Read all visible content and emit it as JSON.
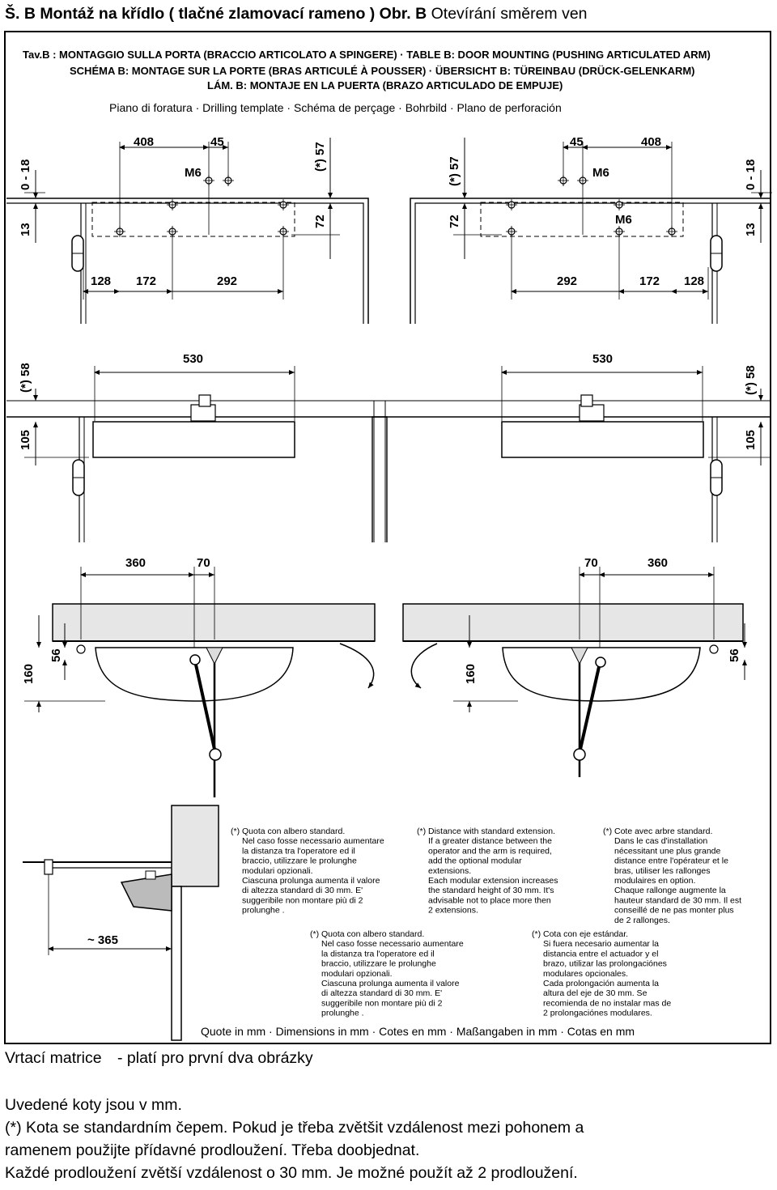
{
  "heading": {
    "bold_part": "Š. B Montáž na křídlo ( tlačné zlamovací rameno ) Obr. B",
    "normal_part": " Otevírání směrem ven"
  },
  "figure": {
    "title_lines": [
      "Tav.B : MONTAGGIO SULLA PORTA  (BRACCIO ARTICOLATO A SPINGERE) · TABLE B: DOOR MOUNTING (PUSHING ARTICULATED ARM)",
      "SCHÉMA B: MONTAGE SUR LA PORTE (BRAS ARTICULÉ À POUSSER) · ÜBERSICHT B: TÜREINBAU (DRÜCK-GELENKARM)",
      "LÁM. B: MONTAJE EN LA PUERTA (BRAZO ARTICULADO DE EMPUJE)"
    ],
    "subtitle": "Piano di foratura · Drilling template · Schéma de perçage · Bohrbild · Plano de perforación",
    "footer": "Quote in mm · Dimensions in mm · Cotes en mm · Maßangaben in mm · Cotas en mm",
    "dims": {
      "d408": "408",
      "d45": "45",
      "m6": "M6",
      "d057": "(*) 57",
      "d018": "0 - 18",
      "d13": "13",
      "d72": "72",
      "d128": "128",
      "d172": "172",
      "d292": "292",
      "d530": "530",
      "d58": "(*) 58",
      "d105": "105",
      "d360": "360",
      "d70": "70",
      "d160": "160",
      "d56": "56",
      "d365": "~ 365"
    },
    "notes": [
      [
        "(*) Quota con albero standard.",
        "Nel caso fosse necessario aumentare",
        "la distanza tra l'operatore ed il",
        "braccio, utilizzare le prolunghe",
        "modulari opzionali.",
        "Ciascuna prolunga aumenta il valore",
        "di altezza standard di 30 mm. E'",
        "suggeribile non montare più di 2",
        "prolunghe ."
      ],
      [
        "(*) Distance with standard extension.",
        "If a greater distance between the",
        "operator and the arm is required,",
        "add the optional modular",
        "extensions.",
        "Each modular extension increases",
        "the standard height of 30 mm. It's",
        "advisable not to place more then",
        "2 extensions."
      ],
      [
        "(*) Cote avec arbre standard.",
        "Dans le cas d'installation",
        "nécessitant une plus grande",
        "distance entre l'opérateur et le",
        "bras, utiliser les rallonges",
        "modulaires en option.",
        "Chaque rallonge augmente la",
        "hauteur standard de 30 mm. Il est",
        "conseillé de ne pas monter plus",
        "de 2 rallonges."
      ],
      [
        "(*) Quota con albero standard.",
        "Nel caso fosse necessario aumentare",
        "la distanza tra l'operatore ed il",
        "braccio, utilizzare le prolunghe",
        "modulari opzionali.",
        "Ciascuna prolunga aumenta il valore",
        "di altezza standard di 30 mm. E'",
        "suggeribile non montare più di 2",
        "prolunghe ."
      ],
      [
        "(*) Cota con eje estándar.",
        "Si fuera necesario aumentar la",
        "distancia entre el actuador y el",
        "brazo, utilizar las prolongaciónes",
        "modulares opcionales.",
        "Cada prolongación aumenta la",
        "altura del eje de 30 mm. Se",
        "recomienda de no instalar mas de",
        "2 prolongaciónes modulares."
      ]
    ]
  },
  "caption": {
    "left": "Vrtací matrice",
    "right": "- platí pro první dva obrázky"
  },
  "body": {
    "line1": "Uvedené koty jsou v mm.",
    "line2": "(*) Kota se standardním čepem.  Pokud je třeba zvětšit vzdálenost mezi pohonem a",
    "line3": "ramenem použijte přídavné prodloužení. Třeba doobjednat.",
    "line4": "Každé prodloužení zvětší vzdálenost o 30 mm. Je možné použít až 2 prodloužení."
  }
}
